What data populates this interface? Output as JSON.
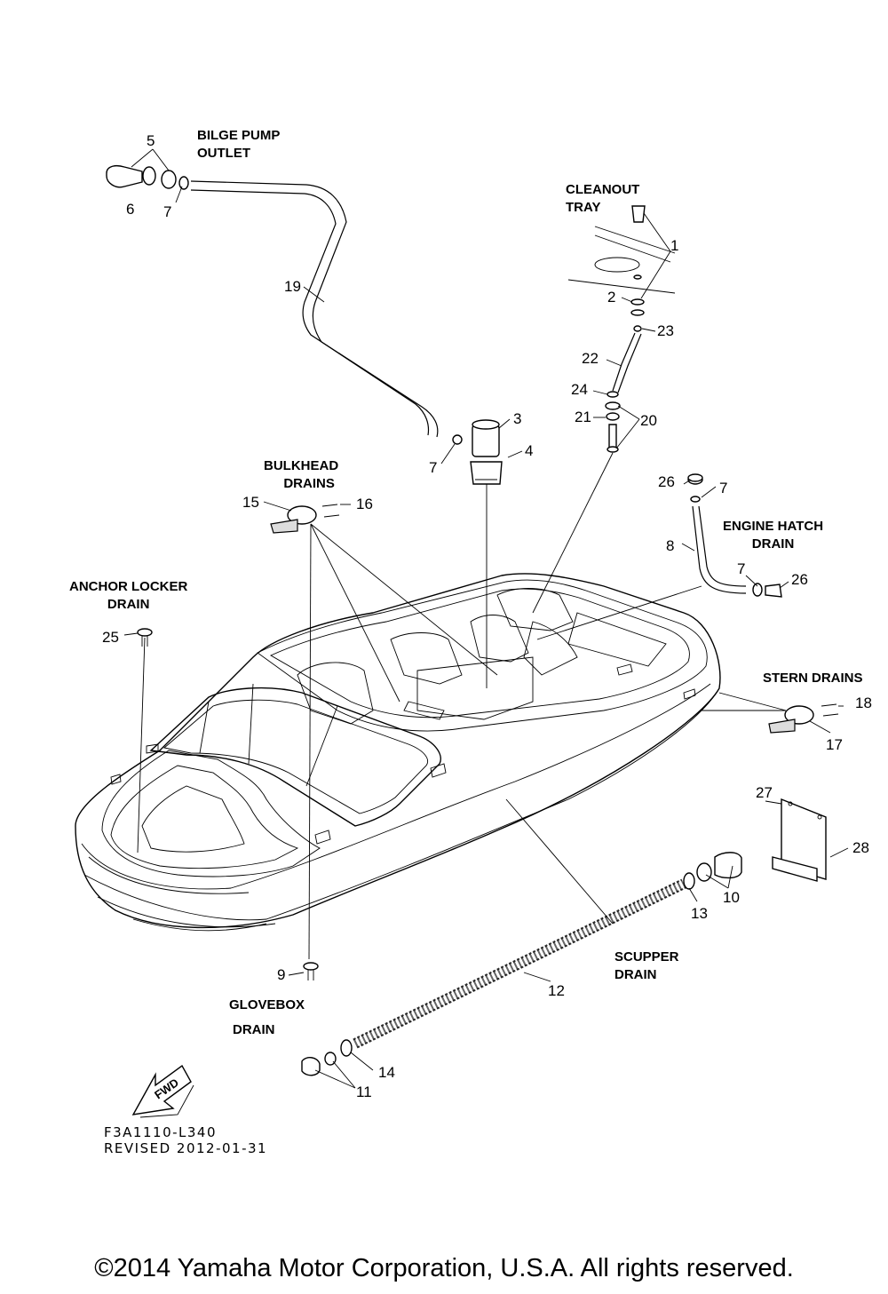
{
  "labels": {
    "bilge_pump_outlet": [
      "BILGE PUMP",
      "OUTLET"
    ],
    "cleanout_tray": [
      "CLEANOUT",
      "TRAY"
    ],
    "bulkhead_drains": [
      "BULKHEAD",
      "DRAINS"
    ],
    "engine_hatch_drain": [
      "ENGINE HATCH",
      "DRAIN"
    ],
    "anchor_locker_drain": [
      "ANCHOR LOCKER",
      "DRAIN"
    ],
    "stern_drains": [
      "STERN DRAINS"
    ],
    "scupper_drain": [
      "SCUPPER",
      "DRAIN"
    ],
    "glovebox_drain": [
      "GLOVEBOX",
      "DRAIN"
    ]
  },
  "callouts": {
    "c5": "5",
    "c6": "6",
    "c7a": "7",
    "c19": "19",
    "c1": "1",
    "c2": "2",
    "c23": "23",
    "c22": "22",
    "c24": "24",
    "c21": "21",
    "c20": "20",
    "c3": "3",
    "c4": "4",
    "c7b": "7",
    "c15": "15",
    "c16": "16",
    "c26a": "26",
    "c7c": "7",
    "c8": "8",
    "c7d": "7",
    "c26b": "26",
    "c25": "25",
    "c18": "18",
    "c17": "17",
    "c27": "27",
    "c28": "28",
    "c10": "10",
    "c13": "13",
    "c9": "9",
    "c12": "12",
    "c14": "14",
    "c11": "11"
  },
  "fwd_arrow": "FWD",
  "drawing_code": "F3A1110-L340",
  "revised": "REVISED 2012-01-31",
  "copyright": "©2014 Yamaha Motor Corporation, U.S.A. All rights reserved."
}
